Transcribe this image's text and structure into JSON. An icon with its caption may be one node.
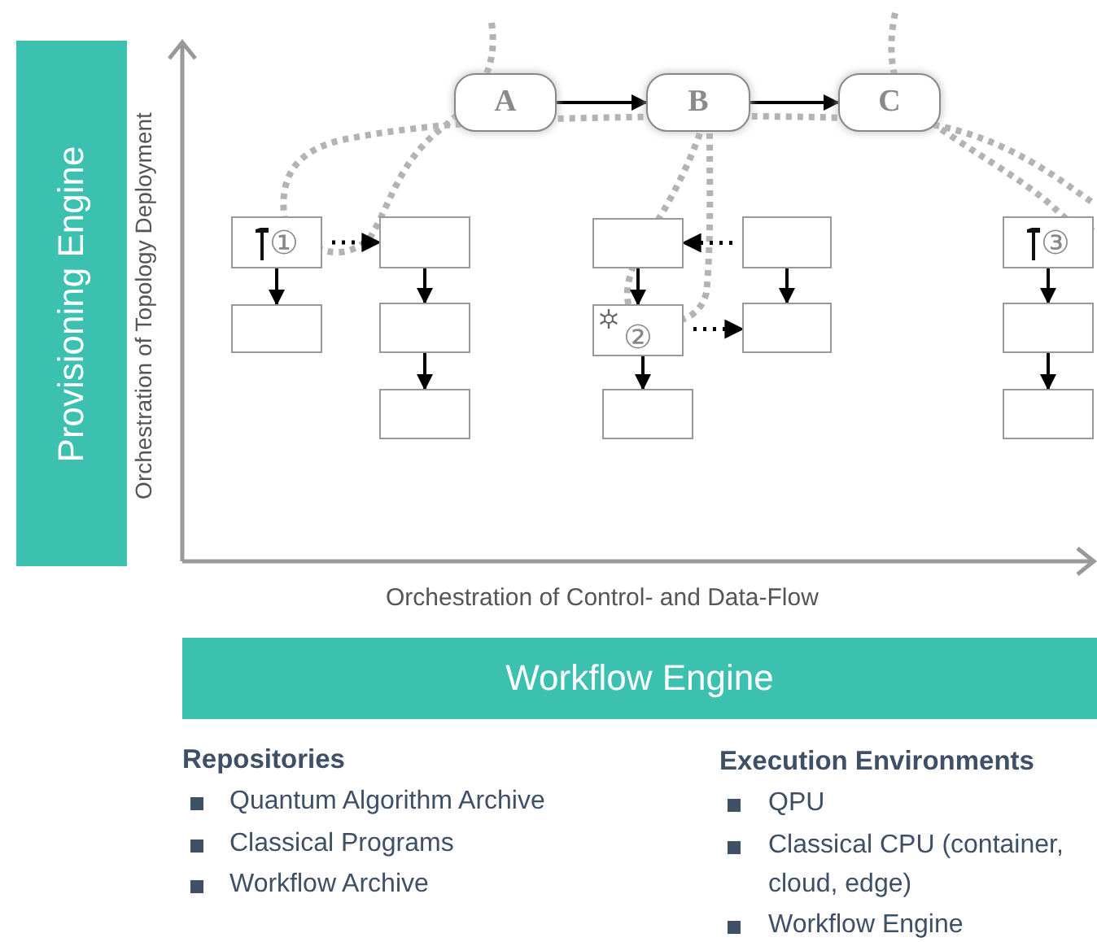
{
  "diagram": {
    "nodes": [
      {
        "text": [
          "A"
        ]
      },
      {
        "text": [
          "B"
        ]
      },
      {
        "text": [
          "C"
        ]
      },
      {
        "text": [
          "①"
        ]
      },
      {
        "text": [],
        "shape": "box"
      },
      {
        "text": [],
        "shape": "box"
      },
      {
        "text": [],
        "shape": "box"
      },
      {
        "text": [],
        "shape": "box"
      },
      {
        "text": [],
        "shape": "box"
      },
      {
        "text": [
          "②"
        ]
      },
      {
        "text": [],
        "shape": "box"
      },
      {
        "text": [],
        "shape": "box"
      },
      {
        "text": [],
        "shape": "box"
      },
      {
        "text": [
          "③"
        ]
      },
      {
        "text": [],
        "shape": "box"
      },
      {
        "text": [],
        "shape": "box"
      },
      {
        "text": [
          "Provisioning Engine"
        ]
      },
      {
        "text": [
          "Workflow Engine"
        ]
      }
    ],
    "edges": [
      {
        "from": 0,
        "to": 1,
        "arrow": "to"
      },
      {
        "from": 1,
        "to": 2,
        "arrow": "to"
      },
      {
        "from": 3,
        "to": 4,
        "arrow": "to"
      },
      {
        "from": 3,
        "to": 5,
        "arrow": "to",
        "style": "dashed"
      },
      {
        "from": 5,
        "to": 6,
        "arrow": "to"
      },
      {
        "from": 6,
        "to": 7,
        "arrow": "to"
      },
      {
        "from": 11,
        "to": 8,
        "arrow": "to",
        "style": "dashed"
      },
      {
        "from": 8,
        "to": 9,
        "arrow": "to"
      },
      {
        "from": 9,
        "to": 10,
        "arrow": "to"
      },
      {
        "from": 9,
        "to": 12,
        "arrow": "to",
        "style": "dashed"
      },
      {
        "from": 11,
        "to": 12,
        "arrow": "to"
      },
      {
        "from": 13,
        "to": 14,
        "arrow": "to"
      },
      {
        "from": 14,
        "to": 15,
        "arrow": "to"
      }
    ],
    "labels": [
      "Orchestration of Topology Deployment",
      "Orchestration of Control- and Data-Flow",
      "Repositories",
      "Quantum Algorithm Archive",
      "Classical Programs",
      "Workflow Archive",
      "Execution Environments",
      "QPU",
      "Classical CPU (container, cloud, edge)",
      "Workflow Engine"
    ]
  }
}
